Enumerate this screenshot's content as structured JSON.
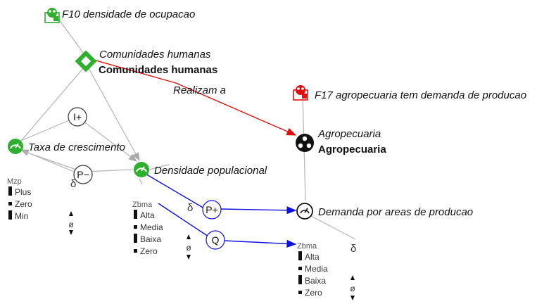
{
  "colors": {
    "accent_green": "#2eaf2e",
    "accent_red": "#e01010",
    "link_blue": "#1010e0",
    "line_grey": "#b4b4b4"
  },
  "entities": {
    "f10_label": "F10 densidade de ocupacao",
    "f17_label": "F17 agropecuaria tem demanda de producao",
    "comunidades_italic": "Comunidades humanas",
    "comunidades_bold": "Comunidades humanas",
    "relation_label": "Realizam a",
    "agropecuaria_italic": "Agropecuaria",
    "agropecuaria_bold": "Agropecuaria"
  },
  "quantities": {
    "taxa_label": "Taxa de crescimento",
    "densidade_label": "Densidade populacional",
    "demanda_label": "Demanda por areas de producao"
  },
  "influences": {
    "i_plus": "I+",
    "p_minus": "P−",
    "p_plus": "P+",
    "q": "Q",
    "delta": "δ",
    "null": "ø"
  },
  "spaces": {
    "mzp_name": "Mzp",
    "mzp": [
      "Plus",
      "Zero",
      "Min"
    ],
    "zbma_name": "Zbma",
    "zbma": [
      "Alta",
      "Media",
      "Baixa",
      "Zero"
    ],
    "zbma2_name": "Zbma",
    "zbma2": [
      "Alta",
      "Media",
      "Baixa",
      "Zero"
    ]
  }
}
